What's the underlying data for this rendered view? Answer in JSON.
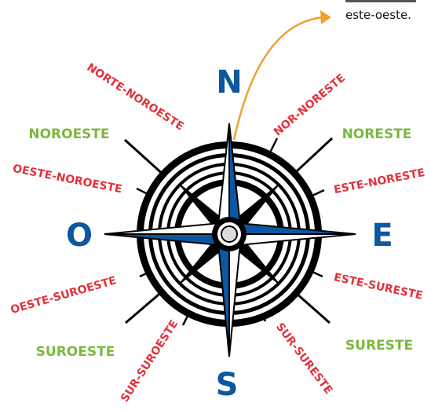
{
  "colors": {
    "cardinal": "#0b57a0",
    "secondary": "#e0333d",
    "intercardinal": "#7cb83e",
    "arrow": "#f0a030",
    "ink": "#000000"
  },
  "cardinals": {
    "n": "N",
    "e": "E",
    "s": "S",
    "o": "O"
  },
  "intercardinals": {
    "ne": "NORESTE",
    "no": "NOROESTE",
    "se": "SURESTE",
    "so": "SUROESTE"
  },
  "secondary": {
    "nne": "NOR-NORESTE",
    "nno": "NORTE-NOROESTE",
    "ene": "ESTE-NORESTE",
    "ono": "OESTE-NOROESTE",
    "ese": "ESTE-SURESTE",
    "oso": "OESTE-SUROESTE",
    "sse": "SUR-SURESTE",
    "sso": "SUR-SUROESTE"
  },
  "annotation": {
    "line1": "este-oeste."
  }
}
